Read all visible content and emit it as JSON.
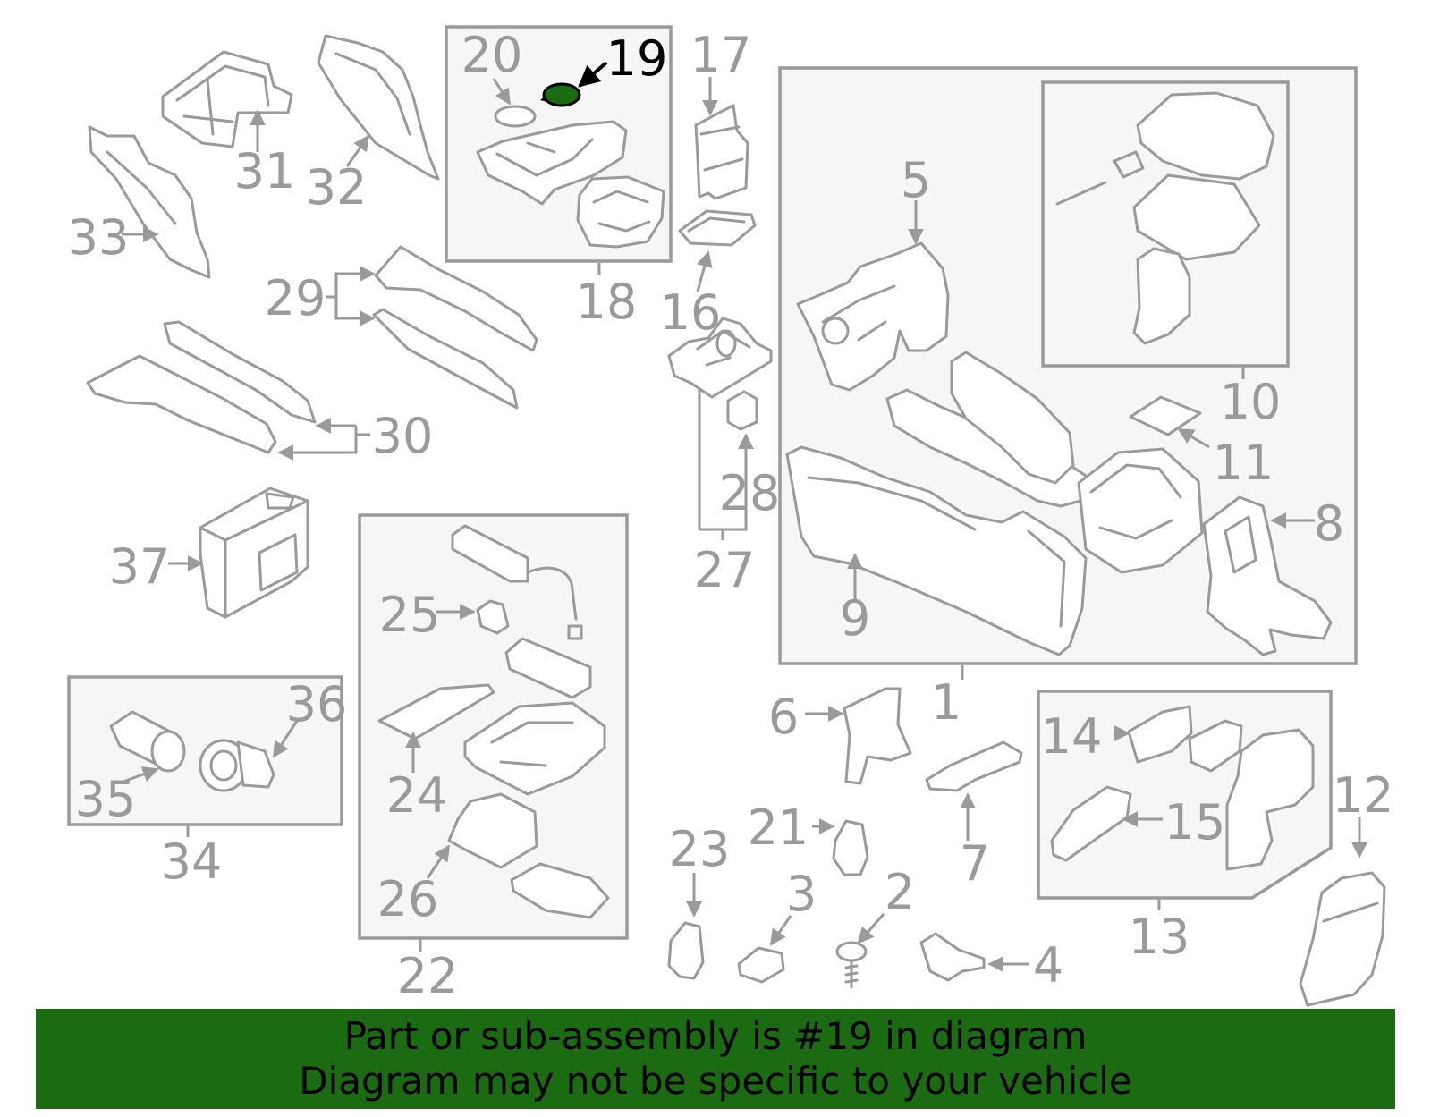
{
  "colors": {
    "line": "#9a9a9a",
    "highlight_fill": "#1b6b12",
    "highlight_text": "#000000",
    "banner_bg": "#1b6b12",
    "box_bg": "#f6f6f6"
  },
  "highlighted_part": "19",
  "callouts": {
    "c1": "1",
    "c2": "2",
    "c3": "3",
    "c4": "4",
    "c5": "5",
    "c6": "6",
    "c7": "7",
    "c8": "8",
    "c9": "9",
    "c10": "10",
    "c11": "11",
    "c12": "12",
    "c13": "13",
    "c14": "14",
    "c15": "15",
    "c16": "16",
    "c17": "17",
    "c18": "18",
    "c19": "19",
    "c20": "20",
    "c21": "21",
    "c22": "22",
    "c23": "23",
    "c24": "24",
    "c25": "25",
    "c26": "26",
    "c27": "27",
    "c28": "28",
    "c29": "29",
    "c30": "30",
    "c31": "31",
    "c32": "32",
    "c33": "33",
    "c34": "34",
    "c35": "35",
    "c36": "36",
    "c37": "37"
  },
  "banner": {
    "line1": "Part or sub-assembly is #19 in diagram",
    "line2": "Diagram may not be specific to your vehicle"
  }
}
